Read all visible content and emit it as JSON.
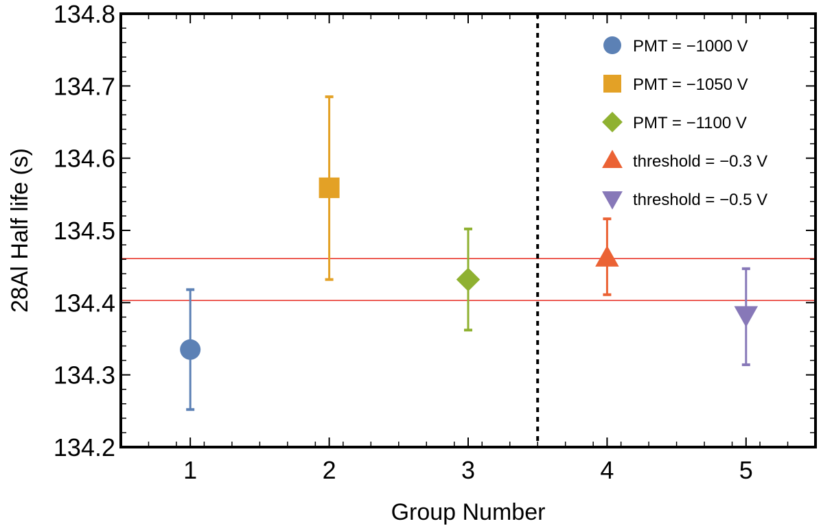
{
  "chart_data": {
    "type": "scatter",
    "title": "",
    "xlabel": "Group Number",
    "ylabel": "28Al Half life (s)",
    "xlim": [
      0.5,
      5.5
    ],
    "ylim": [
      134.2,
      134.8
    ],
    "x_ticks": [
      1,
      2,
      3,
      4,
      5
    ],
    "x_tick_labels": [
      "1",
      "2",
      "3",
      "4",
      "5"
    ],
    "y_ticks": [
      134.2,
      134.3,
      134.4,
      134.5,
      134.6,
      134.7,
      134.8
    ],
    "y_tick_labels": [
      "134.2",
      "134.3",
      "134.4",
      "134.5",
      "134.6",
      "134.7",
      "134.8"
    ],
    "grid": false,
    "legend_position": "top-right",
    "series": [
      {
        "name": "PMT = −1000 V",
        "marker": "circle",
        "color": "#5c81b5",
        "x": 1,
        "y": 134.335,
        "err_low": 134.252,
        "err_high": 134.418
      },
      {
        "name": "PMT = −1050 V",
        "marker": "square",
        "color": "#e3a126",
        "x": 2,
        "y": 134.559,
        "err_low": 134.432,
        "err_high": 134.685
      },
      {
        "name": "PMT = −1100 V",
        "marker": "diamond",
        "color": "#8fb131",
        "x": 3,
        "y": 134.432,
        "err_low": 134.362,
        "err_high": 134.502
      },
      {
        "name": "threshold = −0.3 V",
        "marker": "triangle-up",
        "color": "#eb6234",
        "x": 4,
        "y": 134.462,
        "err_low": 134.411,
        "err_high": 134.516
      },
      {
        "name": "threshold = −0.5 V",
        "marker": "triangle-down",
        "color": "#8778b8",
        "x": 5,
        "y": 134.383,
        "err_low": 134.314,
        "err_high": 134.447
      }
    ],
    "reference_lines": [
      {
        "orientation": "horizontal",
        "value": 134.461,
        "color": "#e8382e",
        "style": "solid"
      },
      {
        "orientation": "horizontal",
        "value": 134.403,
        "color": "#e8382e",
        "style": "solid"
      },
      {
        "orientation": "vertical",
        "value": 3.5,
        "color": "#000000",
        "style": "dashed"
      }
    ]
  }
}
